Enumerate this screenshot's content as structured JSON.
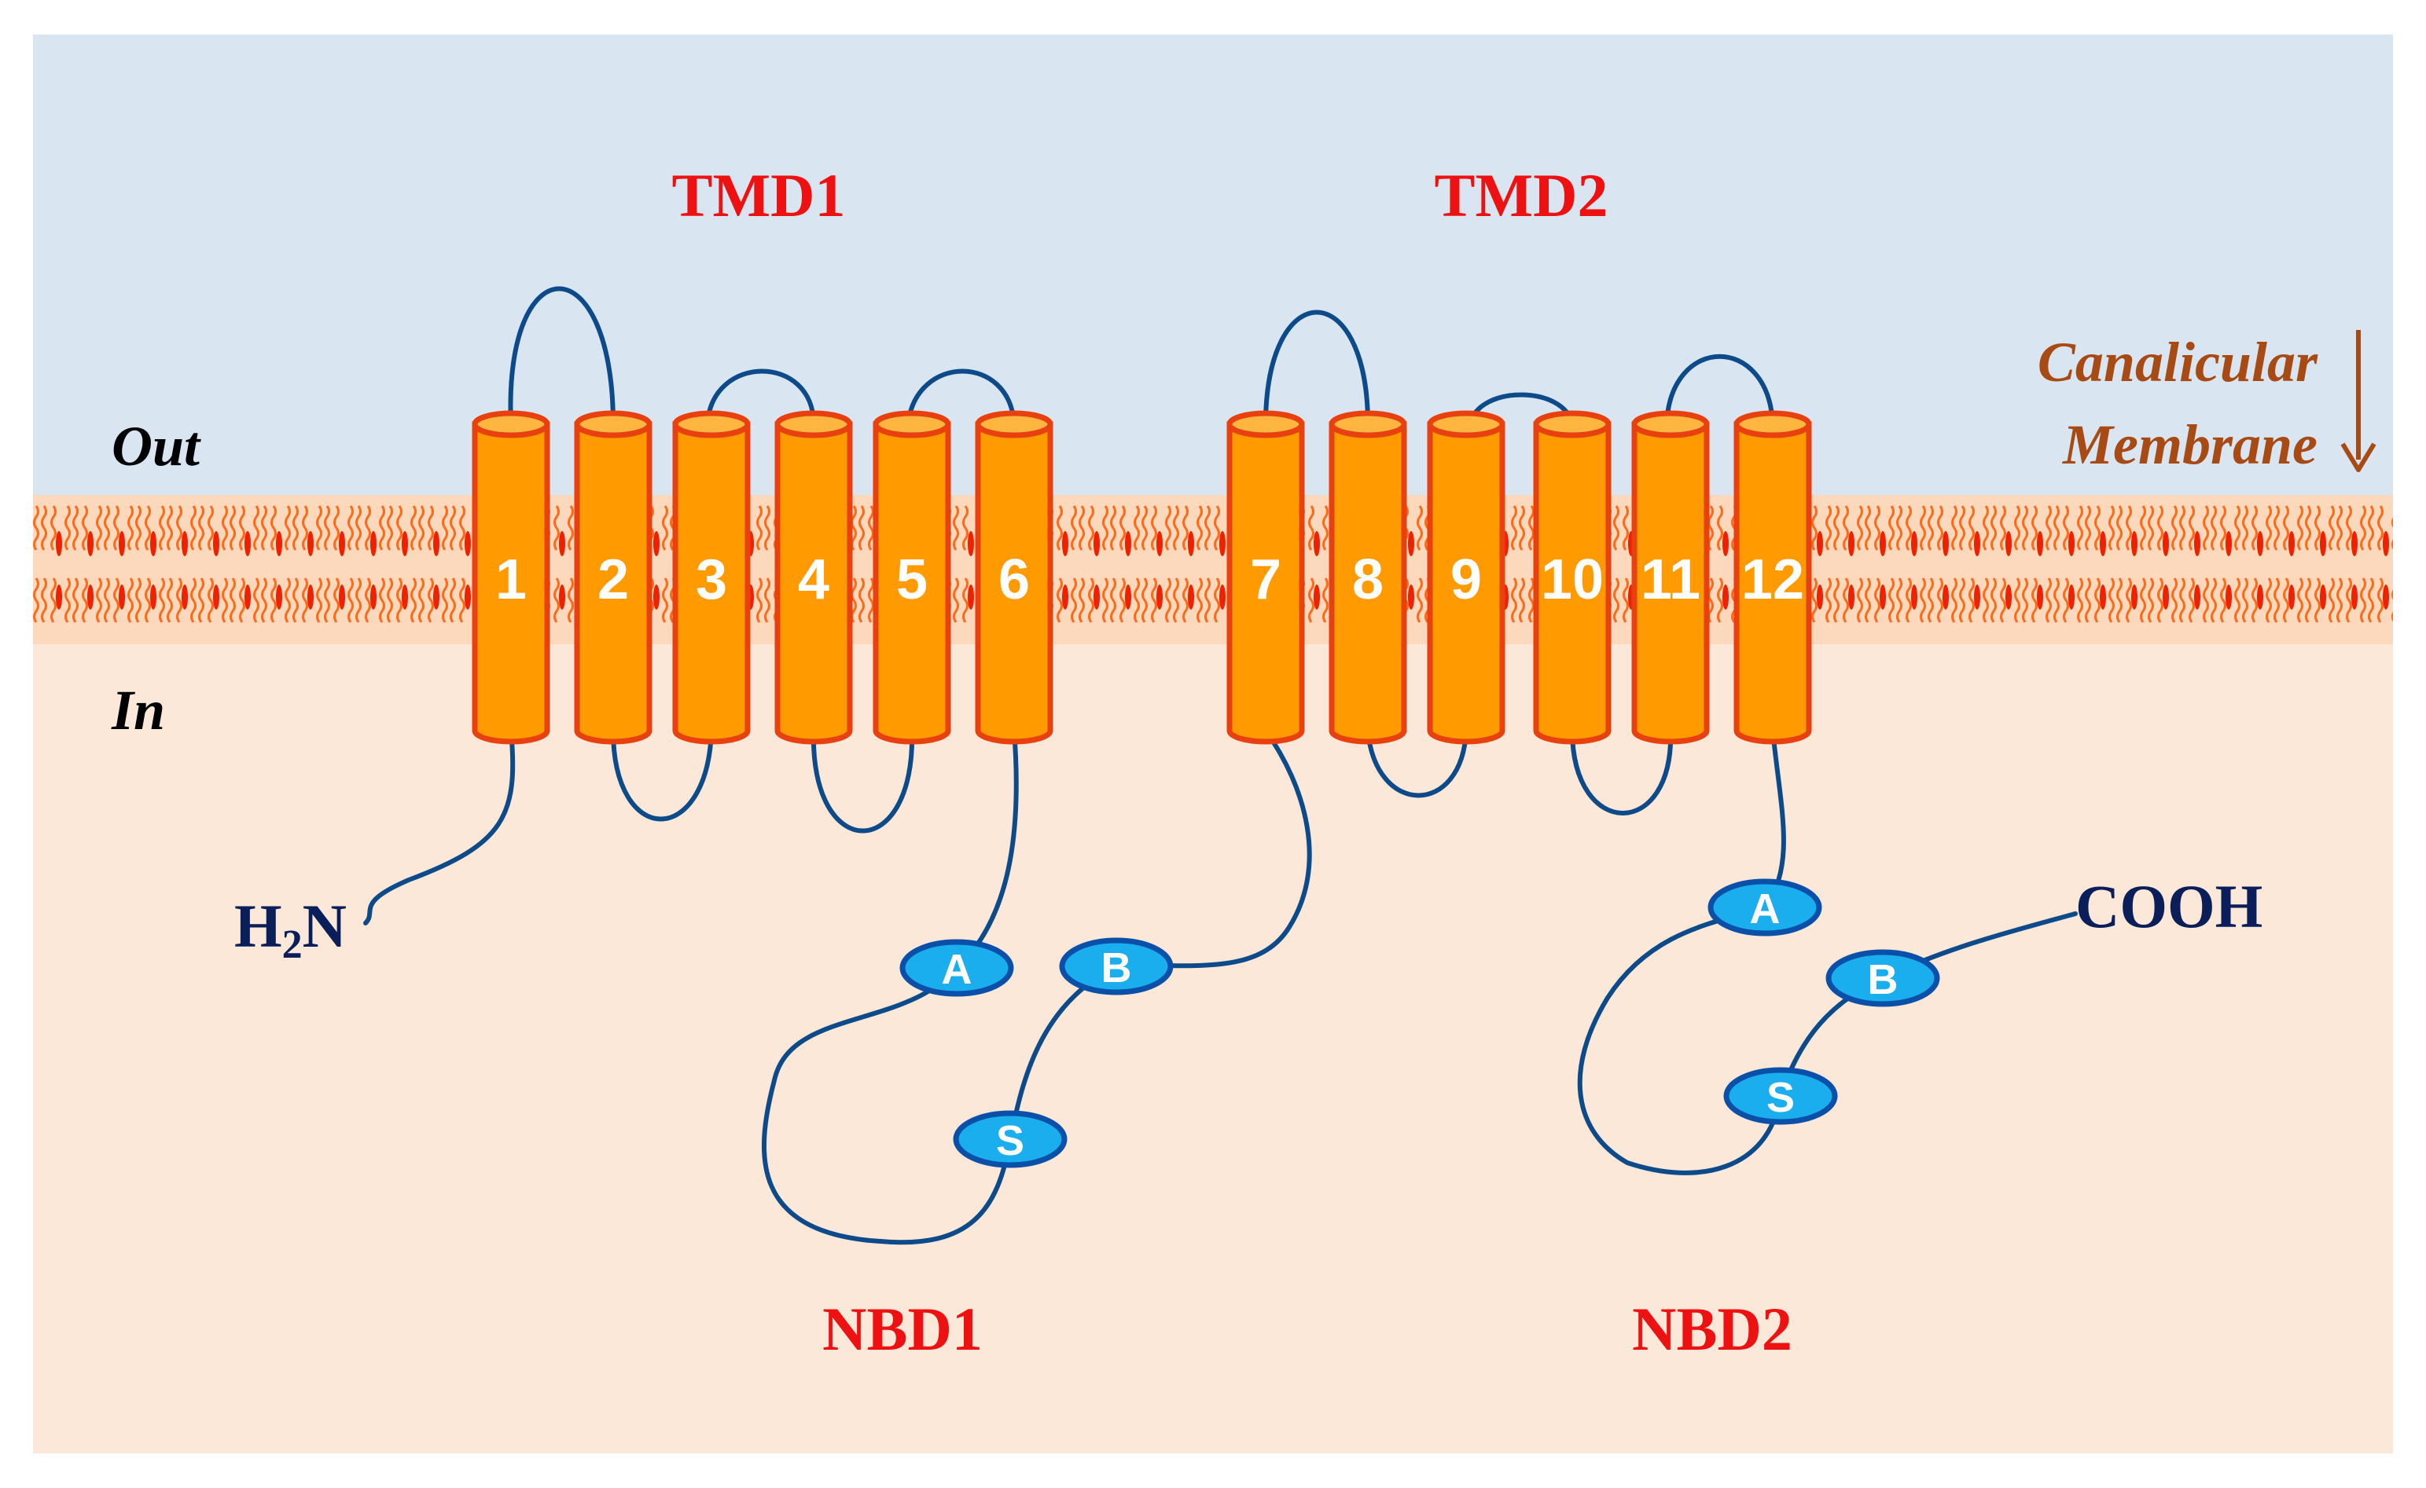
{
  "labels": {
    "tmd1": "TMD1",
    "tmd2": "TMD2",
    "nbd1": "NBD1",
    "nbd2": "NBD2",
    "out": "Out",
    "in": "In",
    "canalicular_line1": "Canalicular",
    "canalicular_line2": "Membrane",
    "n_terminus_h": "H",
    "n_terminus_sub": "2",
    "n_terminus_n": "N",
    "c_terminus": "COOH"
  },
  "helices": [
    "1",
    "2",
    "3",
    "4",
    "5",
    "6",
    "7",
    "8",
    "9",
    "10",
    "11",
    "12"
  ],
  "motifs": {
    "nbd1": {
      "a": "A",
      "b": "B",
      "s": "S"
    },
    "nbd2": {
      "a": "A",
      "b": "B",
      "s": "S"
    }
  },
  "icons": {
    "down_arrow": "down-arrow-icon"
  },
  "colors": {
    "outside_bg": "#d9e6f2",
    "inside_bg": "#fce8d8",
    "membrane_band": "#fcd8bc",
    "lipid": "#ff6a1a",
    "helix_fill": "#ff9a00",
    "helix_stroke": "#e8400e",
    "loop": "#0d4a8a",
    "motif_fill": "#1aaeee",
    "motif_stroke": "#0a4fa8",
    "domain_label": "#ee1111",
    "terminus_label": "#0a1e5a",
    "canalicular": "#a84a14",
    "side_label": "#000000"
  }
}
